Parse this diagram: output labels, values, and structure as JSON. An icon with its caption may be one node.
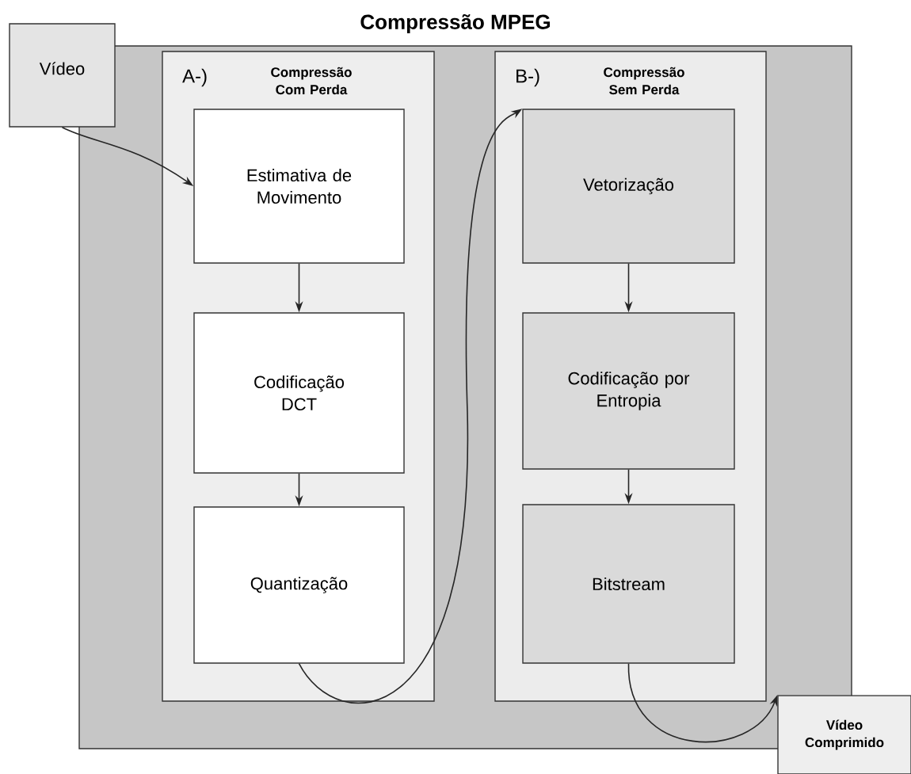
{
  "diagram": {
    "title": "Compressão MPEG",
    "nodes": [
      {
        "text": [],
        "shape": "box"
      },
      {
        "text": [
          "Vídeo"
        ]
      },
      {
        "text": [
          "A-)",
          "Compressão Com Perda"
        ],
        "in": 0
      },
      {
        "text": [
          "Estimativa de Movimento"
        ],
        "in": 2
      },
      {
        "text": [
          "Codificação DCT"
        ],
        "in": 2
      },
      {
        "text": [
          "Quantização"
        ],
        "in": 2
      },
      {
        "text": [
          "B-)",
          "Compressão Sem Perda"
        ],
        "in": 0
      },
      {
        "text": [
          "Vetorização"
        ],
        "in": 6
      },
      {
        "text": [
          "Codificação por Entropia"
        ],
        "in": 6
      },
      {
        "text": [
          "Bitstream"
        ],
        "in": 6
      },
      {
        "text": [
          "Vídeo Comprimido"
        ]
      }
    ],
    "edges": [
      {
        "from": 1,
        "to": 3,
        "arrow": "to"
      },
      {
        "from": 3,
        "to": 4,
        "arrow": "to"
      },
      {
        "from": 4,
        "to": 5,
        "arrow": "to"
      },
      {
        "from": 5,
        "to": 7,
        "arrow": "to"
      },
      {
        "from": 7,
        "to": 8,
        "arrow": "to"
      },
      {
        "from": 8,
        "to": 9,
        "arrow": "to"
      },
      {
        "from": 9,
        "to": 10,
        "arrow": "to"
      }
    ]
  }
}
